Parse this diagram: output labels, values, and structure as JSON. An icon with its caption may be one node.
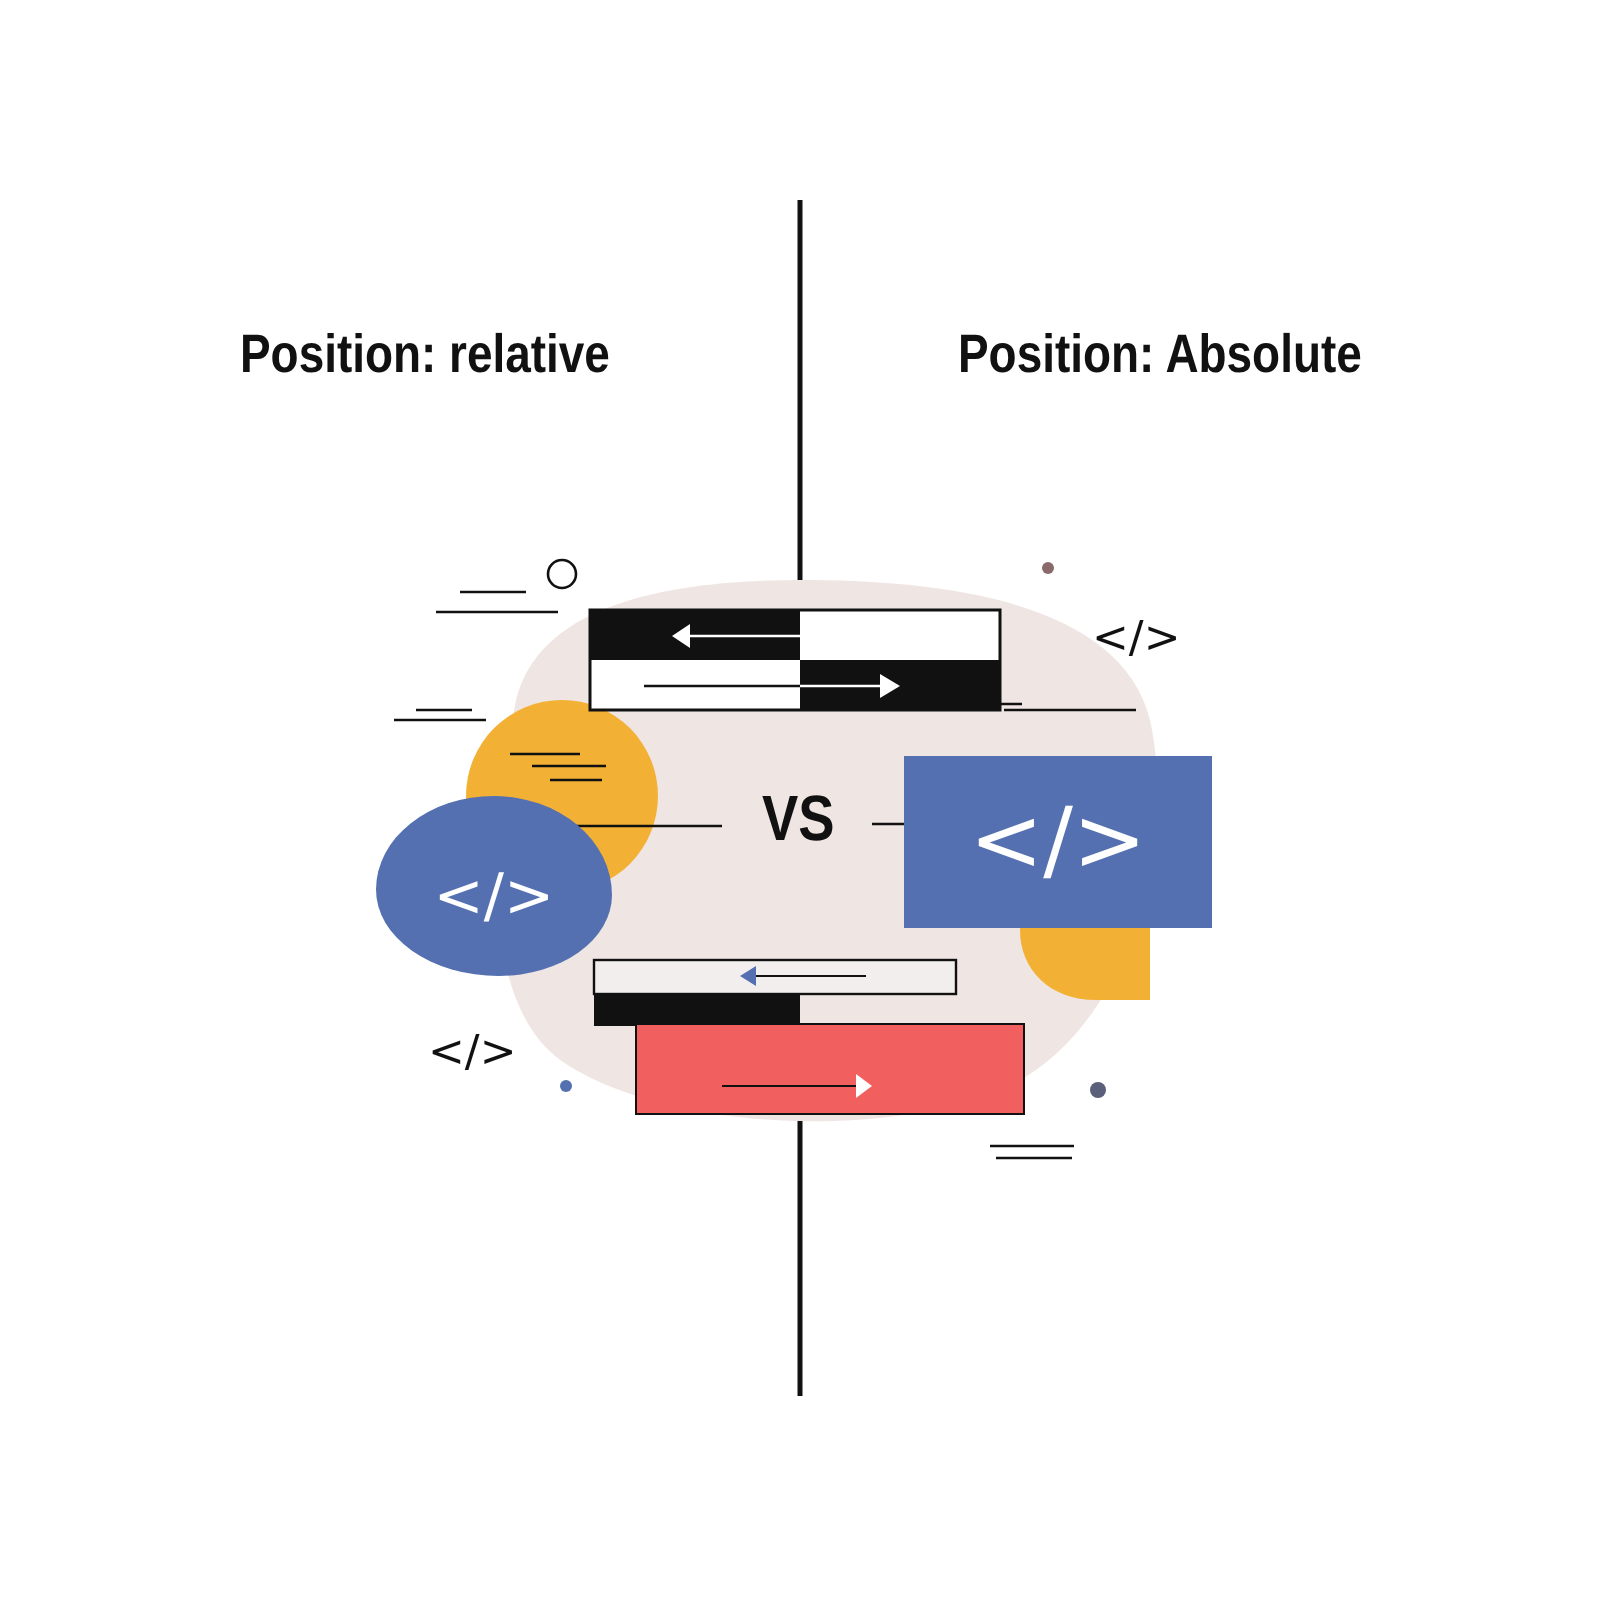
{
  "diagram": {
    "nodes": [
      {
        "text": [
          "</>"
        ]
      },
      {
        "text": [
          "</>"
        ]
      }
    ],
    "labels": [
      "Position: relative",
      "Position: Absolute",
      "</>",
      "VS",
      "</>"
    ]
  }
}
